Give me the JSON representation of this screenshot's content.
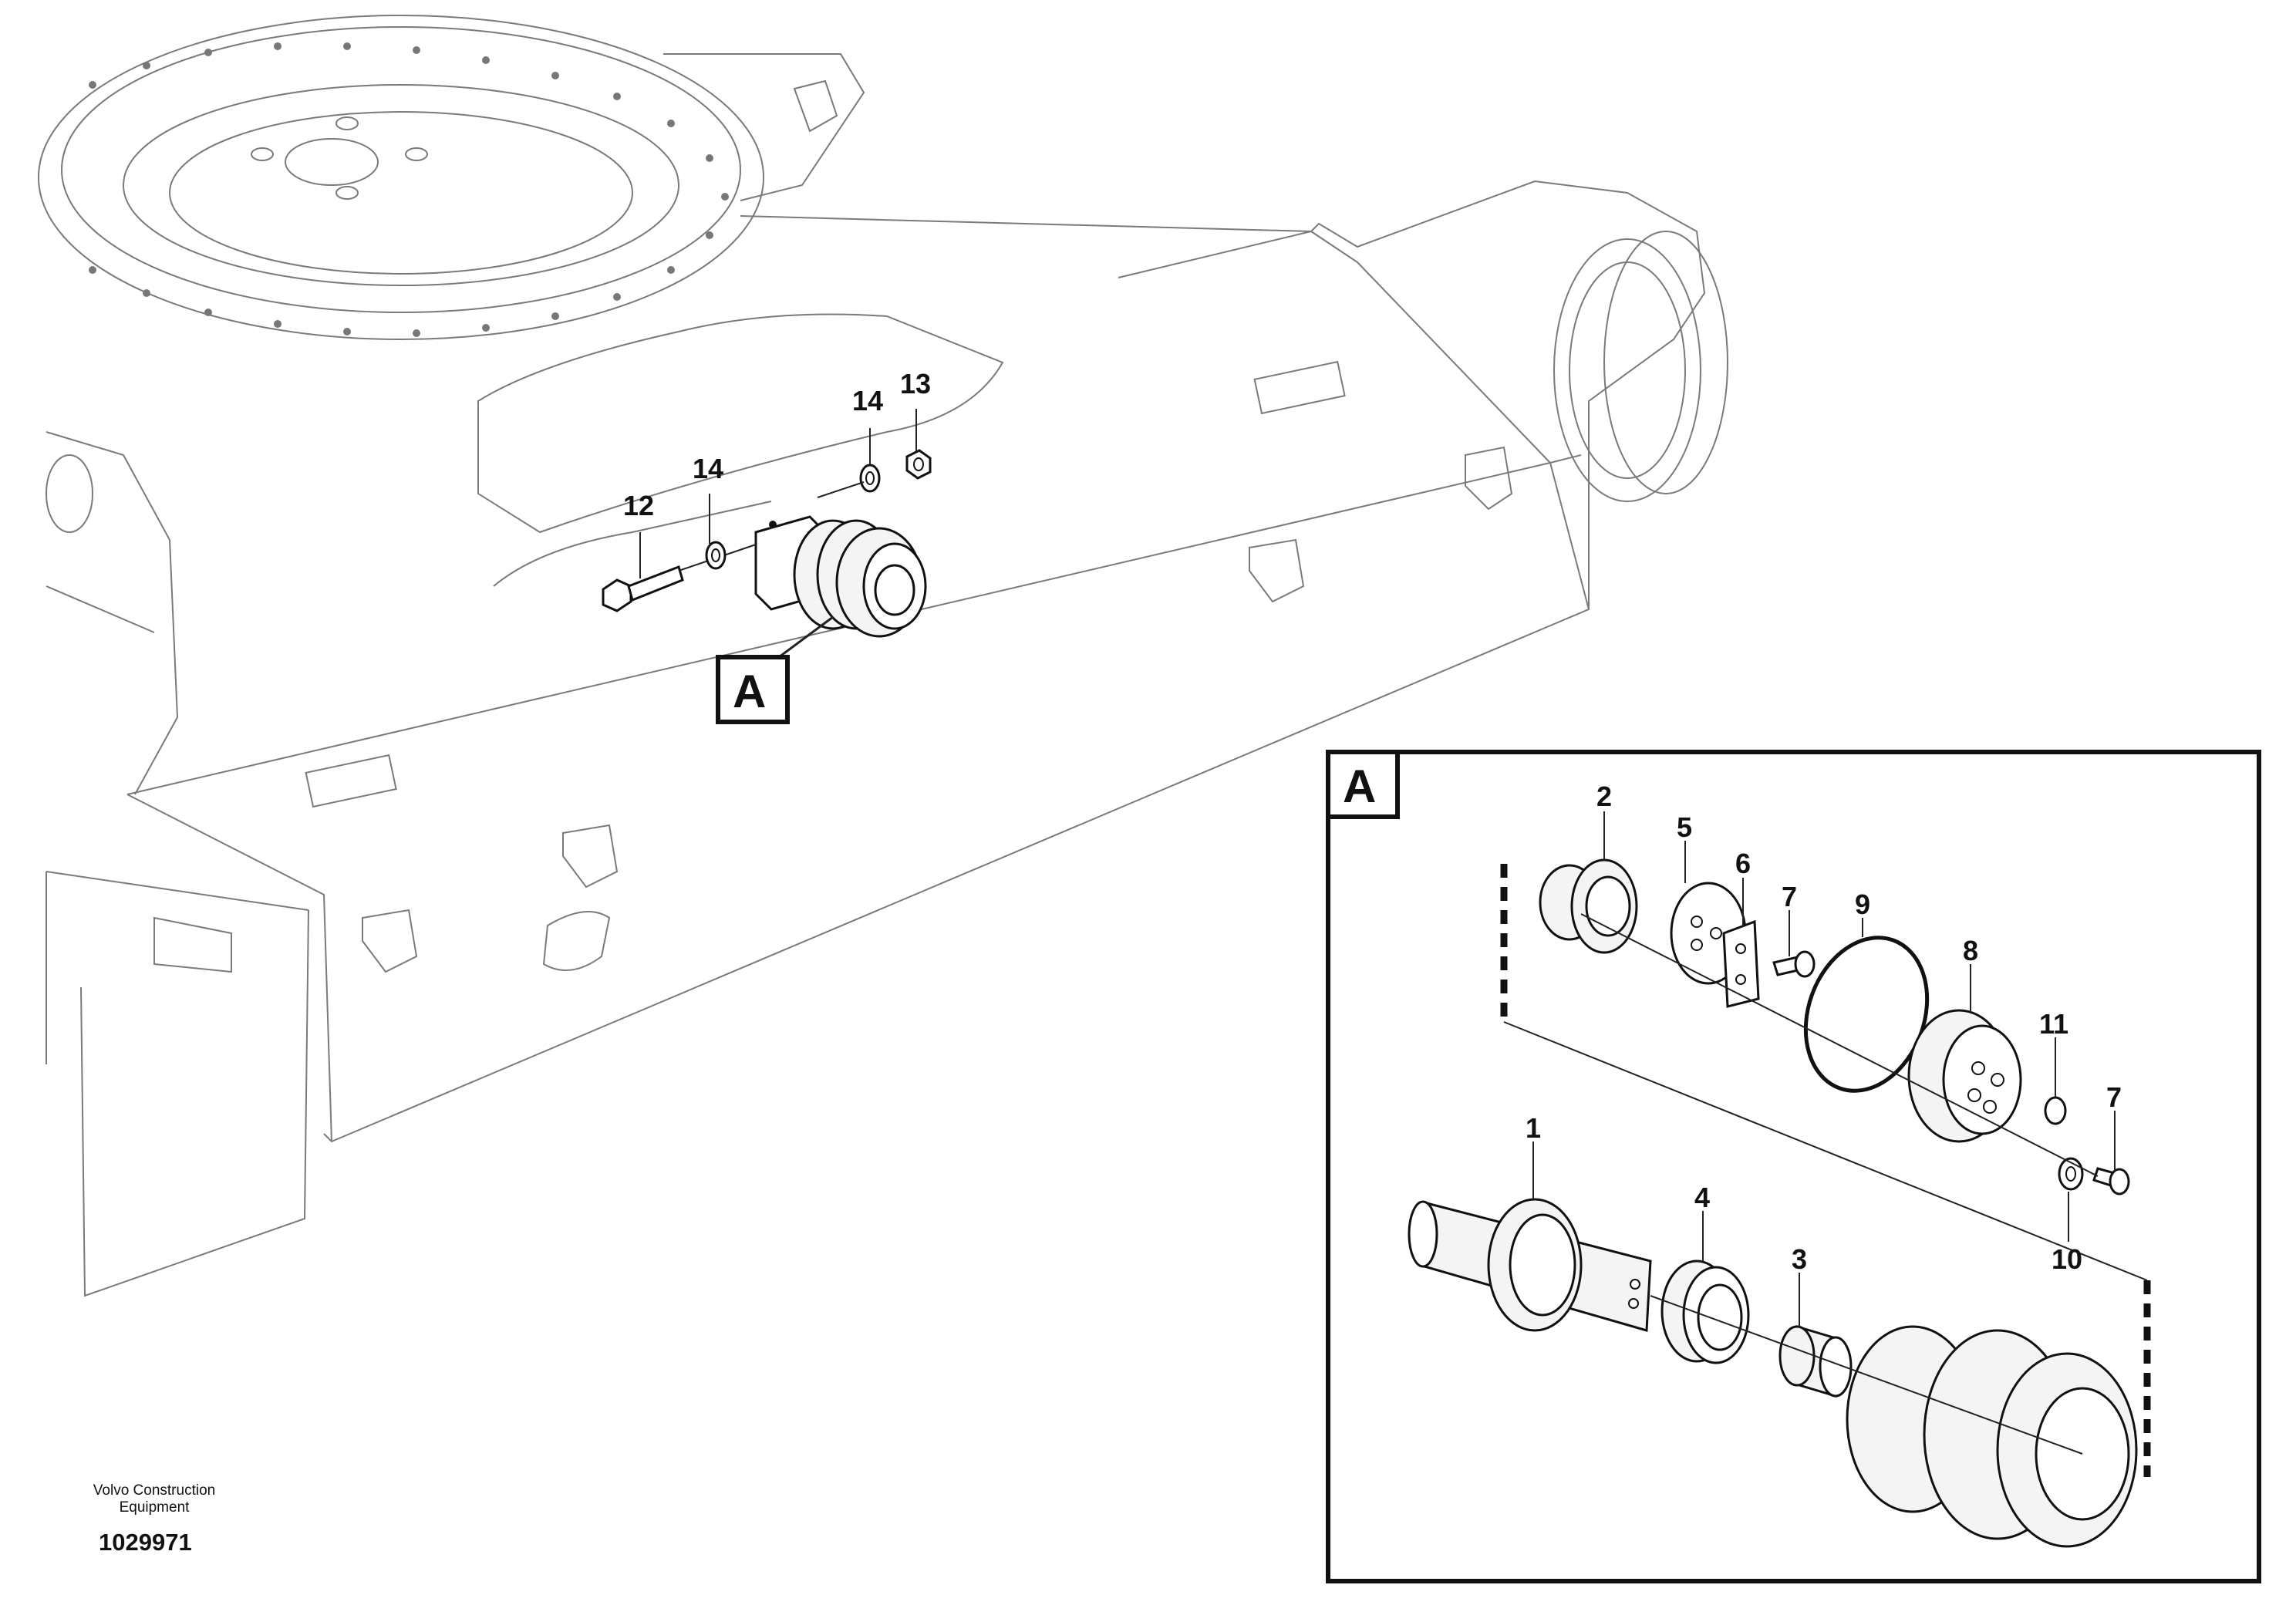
{
  "labels": {
    "callout": "A",
    "detail_box": "A",
    "p1": "1",
    "p2": "2",
    "p3": "3",
    "p4": "4",
    "p5": "5",
    "p6": "6",
    "p7a": "7",
    "p7b": "7",
    "p8": "8",
    "p9": "9",
    "p10": "10",
    "p11": "11",
    "p12": "12",
    "p13": "13",
    "p14a": "14",
    "p14b": "14"
  },
  "footer": {
    "company_line1": "Volvo Construction",
    "company_line2": "Equipment",
    "document_number": "1029971"
  }
}
